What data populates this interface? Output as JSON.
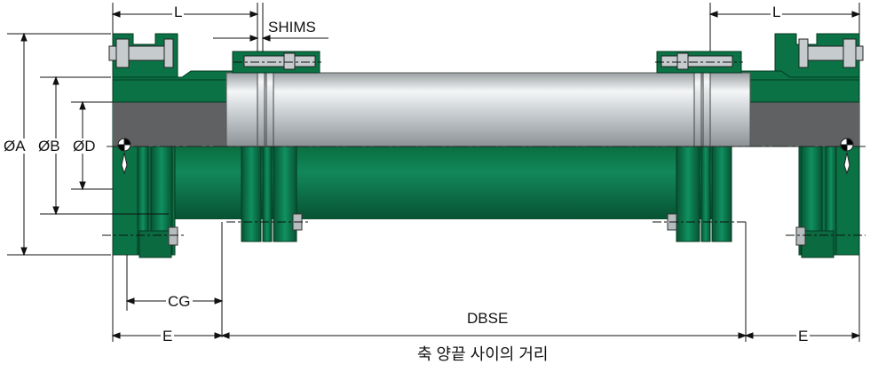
{
  "diagram": {
    "labels": {
      "L_left": "L",
      "L_right": "L",
      "shims": "SHIMS",
      "diam_A": "ØA",
      "diam_B": "ØB",
      "diam_D": "ØD",
      "cg": "CG",
      "dbse": "DBSE",
      "e_left": "E",
      "e_right": "E",
      "caption": "축 양끝 사이의 거리"
    },
    "colors": {
      "green": "#0c7a48",
      "green_dark": "#07502f",
      "hub_gray": "#5f6163",
      "steel": "#d9dde0",
      "line": "#1a1a1a"
    }
  }
}
